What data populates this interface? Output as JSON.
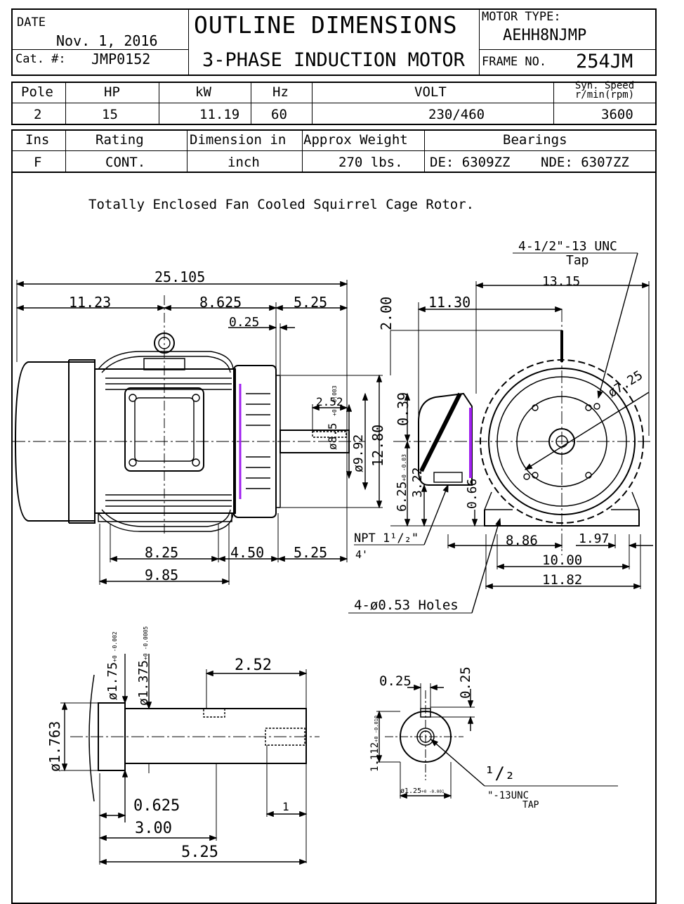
{
  "title_block": {
    "date_label": "DATE",
    "date_value": "Nov. 1, 2016",
    "cat_label": "Cat. #:",
    "cat_value": "JMP0152",
    "title_line1": "OUTLINE DIMENSIONS",
    "title_line2": "3-PHASE INDUCTION MOTOR",
    "motor_type_label": "MOTOR TYPE:",
    "motor_type_value": "AEHH8NJMP",
    "frame_label": "FRAME NO.",
    "frame_value": "254JM"
  },
  "spec_table1": {
    "headers": [
      "Pole",
      "HP",
      "kW",
      "Hz",
      "VOLT",
      "Syn. Speed r/min(rpm)"
    ],
    "values": [
      "2",
      "15",
      "11.19",
      "60",
      "230/460",
      "3600"
    ]
  },
  "spec_table2": {
    "headers": [
      "Ins",
      "Rating",
      "Dimension in",
      "Approx Weight",
      "Bearings"
    ],
    "values": [
      "F",
      "CONT.",
      "inch",
      "270 lbs."
    ],
    "bearing_de": "DE: 6309ZZ",
    "bearing_nde": "NDE: 6307ZZ"
  },
  "description": "Totally Enclosed Fan Cooled Squirrel Cage Rotor.",
  "side_view_dims": {
    "overall": "25.105",
    "rear": "11.23",
    "middle": "8.625",
    "shaft_len": "5.25",
    "shoulder": "0.25",
    "keyway": "2.52",
    "foot_span": "8.25",
    "foot_span2": "9.85",
    "foot_to_face": "4.50",
    "shaft_ext": "5.25",
    "pilot_dia": "ø8.5",
    "pilot_tol": "+0 -0.003",
    "flange_dia": "ø9.92",
    "height": "12.80"
  },
  "end_view_dims": {
    "tap_note": "4-1/2\"-13 UNC",
    "tap_sub": "Tap",
    "width_top": "13.15",
    "center_to_box": "11.30",
    "eye_height": "2.00",
    "box_offset": "0.39",
    "shaft_height": "6.25",
    "shaft_height_tol": "+0 -0.03",
    "foot_height": "3.22",
    "foot_thick": "0.66",
    "bolt_circle": "ø7.25",
    "npt": "NPT 1¹/₂\"",
    "npt_qty": "4'",
    "c_dim": "8.86",
    "h_edge": "1.97",
    "foot_width": "10.00",
    "base_width": "11.82",
    "holes": "4-ø0.53 Holes"
  },
  "shaft_detail": {
    "dia_shoulder": "ø1.75",
    "dia_shoulder_tol": "+0 -0.002",
    "dia_shaft": "ø1.375",
    "dia_shaft_tol": "+0 -0.0005",
    "dia_flange": "ø1.763",
    "keyway_len": "2.52",
    "shoulder_len": "0.625",
    "len_3": "3.00",
    "len_total": "5.25",
    "tap_depth": "1"
  },
  "shaft_end_detail": {
    "key_width": "0.25",
    "key_depth": "0.25",
    "dia_end": "1.112",
    "dia_end_tol": "+0 -0.010",
    "dia_bottom": "ø1.25",
    "dia_bottom_tol": "+0 -0.001",
    "tap_frac": "¹/₂",
    "tap_thread": "\"-13UNC",
    "tap_label": "TAP"
  },
  "colors": {
    "line": "#000000",
    "accent": "#a020f0"
  }
}
